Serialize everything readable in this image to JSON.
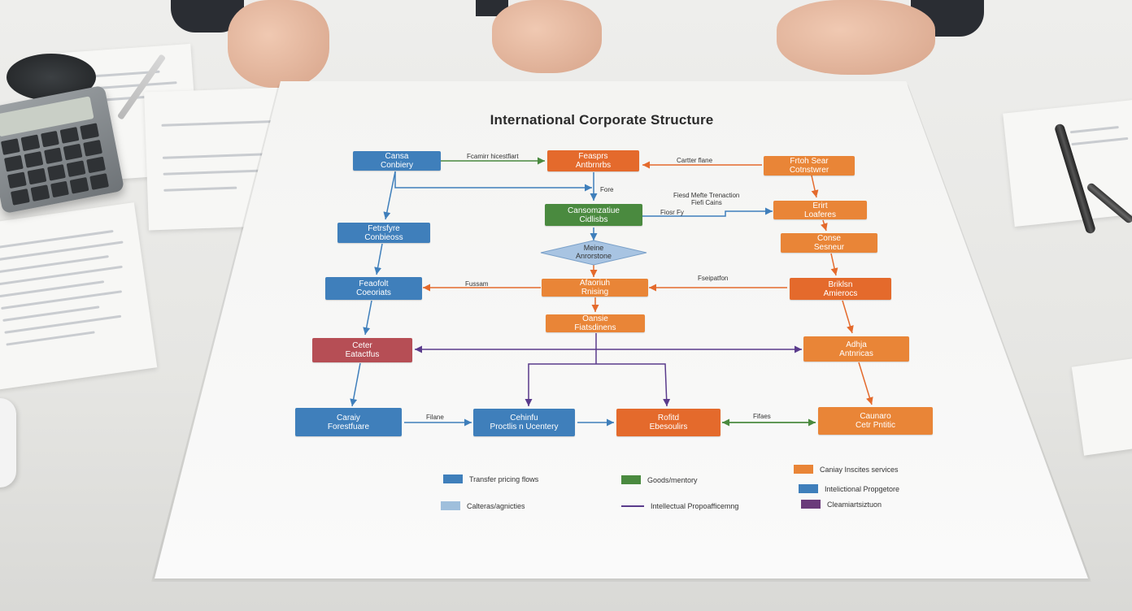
{
  "poster": {
    "title": "International Corporate Structure"
  },
  "nodes": [
    {
      "id": "n1",
      "label1": "Cansa",
      "label2": "Conbiery"
    },
    {
      "id": "n2",
      "label1": "Feasprs",
      "label2": "Antbrnrbs"
    },
    {
      "id": "n3",
      "label1": "Frtoh Sear",
      "label2": "Cotnstwrer"
    },
    {
      "id": "n4",
      "label1": "Fetrsfyre",
      "label2": "Conbieoss"
    },
    {
      "id": "n5",
      "label1": "Cansomzatiue",
      "label2": "Cidlisbs"
    },
    {
      "id": "n6",
      "label1": "Erirt",
      "label2": "Loaferes"
    },
    {
      "id": "n7",
      "label1": "Conse",
      "label2": "Sesneur"
    },
    {
      "id": "n8",
      "label1": "Feaofolt",
      "label2": "Coeoriats"
    },
    {
      "id": "n9",
      "label1": "Afaoriuh",
      "label2": "Rnising"
    },
    {
      "id": "n10",
      "label1": "Briklsn",
      "label2": "Amierocs"
    },
    {
      "id": "n11",
      "label1": "Oansie",
      "label2": "Fiatsdinens"
    },
    {
      "id": "n12",
      "label1": "Ceter",
      "label2": "Eatactfus"
    },
    {
      "id": "n13",
      "label1": "Adhja",
      "label2": "Antnricas"
    },
    {
      "id": "n14",
      "label1": "Caraiy",
      "label2": "Forestfuare"
    },
    {
      "id": "n15",
      "label1": "Cehinfu",
      "label2": "Proctlis n Ucentery"
    },
    {
      "id": "n16",
      "label1": "Rofitd",
      "label2": "Ebesoulirs"
    },
    {
      "id": "n17",
      "label1": "Caunaro",
      "label2": "Cetr Pntitic"
    }
  ],
  "diamond": {
    "label1": "Meine",
    "label2": "Anrorstone"
  },
  "edge_labels": {
    "e1": "Fcamirr hicestfiart",
    "e2": "Cartter flane",
    "e3": "Fore",
    "e4": "Fiesd Mefte Trenaction",
    "e4b": "Fiefi Cains",
    "e5": "Fiosr Fy",
    "e6": "Fussam",
    "e7": "Fseipatfon",
    "e8": "Filane",
    "e9": "Fifaes"
  },
  "legend": [
    {
      "label": "Transfer pricing flows",
      "color": "#3f7fbb",
      "kind": "swatch"
    },
    {
      "label": "Goods/mentory",
      "color": "#4a8a3f",
      "kind": "swatch"
    },
    {
      "label": "Caniay Inscites services",
      "color": "#e98537",
      "kind": "swatch"
    },
    {
      "label": "Intelictional Propgetore",
      "color": "#3f7fbb",
      "kind": "swatch"
    },
    {
      "label": "Calteras/agnicties",
      "color": "#9fbfdc",
      "kind": "swatch"
    },
    {
      "label": "Intellectual Propoafficemng",
      "color": "#5a3b8c",
      "kind": "line"
    },
    {
      "label": "Cleamiartsiztuon",
      "color": "#6a3a7a",
      "kind": "swatch"
    }
  ]
}
